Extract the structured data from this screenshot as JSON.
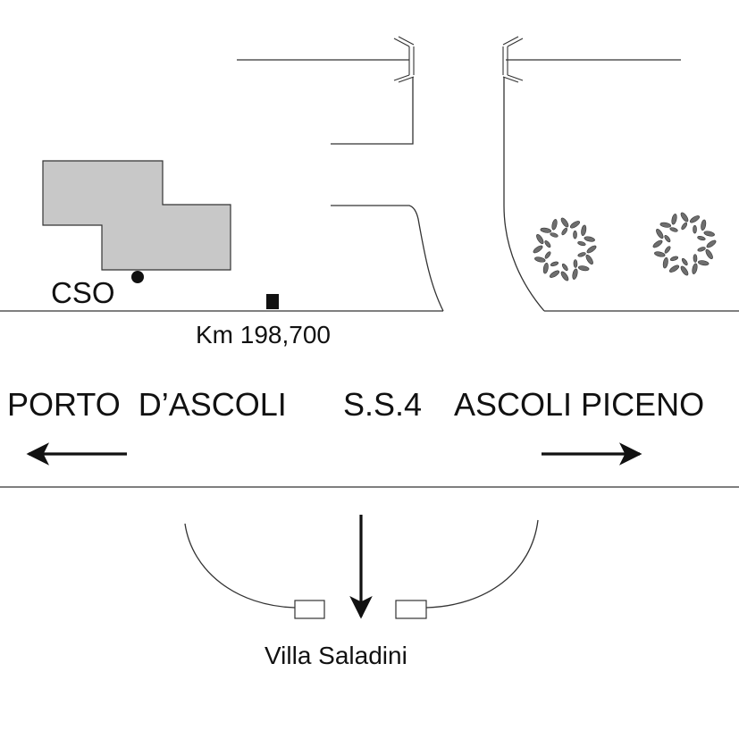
{
  "labels": {
    "cso": "CSO",
    "km_marker": "Km 198,700",
    "left_direction": "PORTO  D’ASCOLI",
    "road_name": "S.S.4",
    "right_direction": "ASCOLI PICENO",
    "south_destination": "Villa Saladini"
  },
  "colors": {
    "line": "#333333",
    "building_fill": "#c8c8c8",
    "text": "#111111",
    "foliage": "#6e6e6e",
    "background": "#ffffff"
  },
  "icons": {
    "tree": "tree-icon",
    "arrow": "arrow-icon",
    "marker": "km-marker-icon",
    "point": "cso-point-icon"
  }
}
